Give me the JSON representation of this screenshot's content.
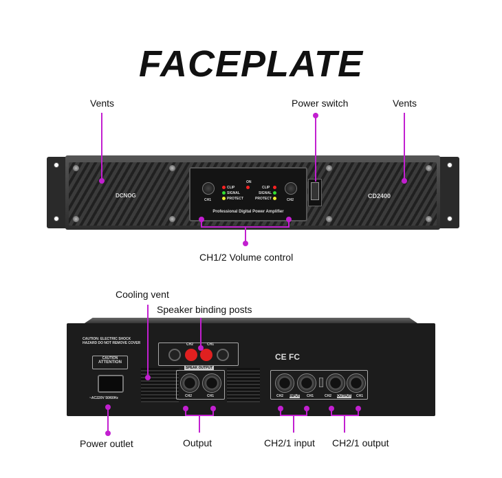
{
  "title": "FACEPLATE",
  "callouts": {
    "vents_left": "Vents",
    "power_switch": "Power switch",
    "vents_right": "Vents",
    "volume": "CH1/2 Volume control",
    "cooling_vent": "Cooling vent",
    "speaker_posts": "Speaker binding posts",
    "power_outlet": "Power outlet",
    "output": "Output",
    "input": "CH2/1 input",
    "line_output": "CH2/1 output"
  },
  "device": {
    "brand": "DCNOG",
    "model": "CD2400",
    "panel_text": "Professional Digital Power Amplifier",
    "ch1": "CH1",
    "ch2": "CH2",
    "clip": "CLIP",
    "signal": "SIGNAL",
    "protect": "PROTECT",
    "on": "ON",
    "speak_output": "SPEAK OUTPUT",
    "ac": "~AC220V 50/60Hz",
    "input": "INPUT",
    "output": "OUTPUT",
    "caution": "CAUTION",
    "attention": "ATTENTION",
    "warning": "CAUTION: ELECTRIC SHOCK HAZARD DO NOT REMOVE COVER",
    "cert": "CE  FC"
  },
  "colors": {
    "accent": "#c21fd0"
  }
}
